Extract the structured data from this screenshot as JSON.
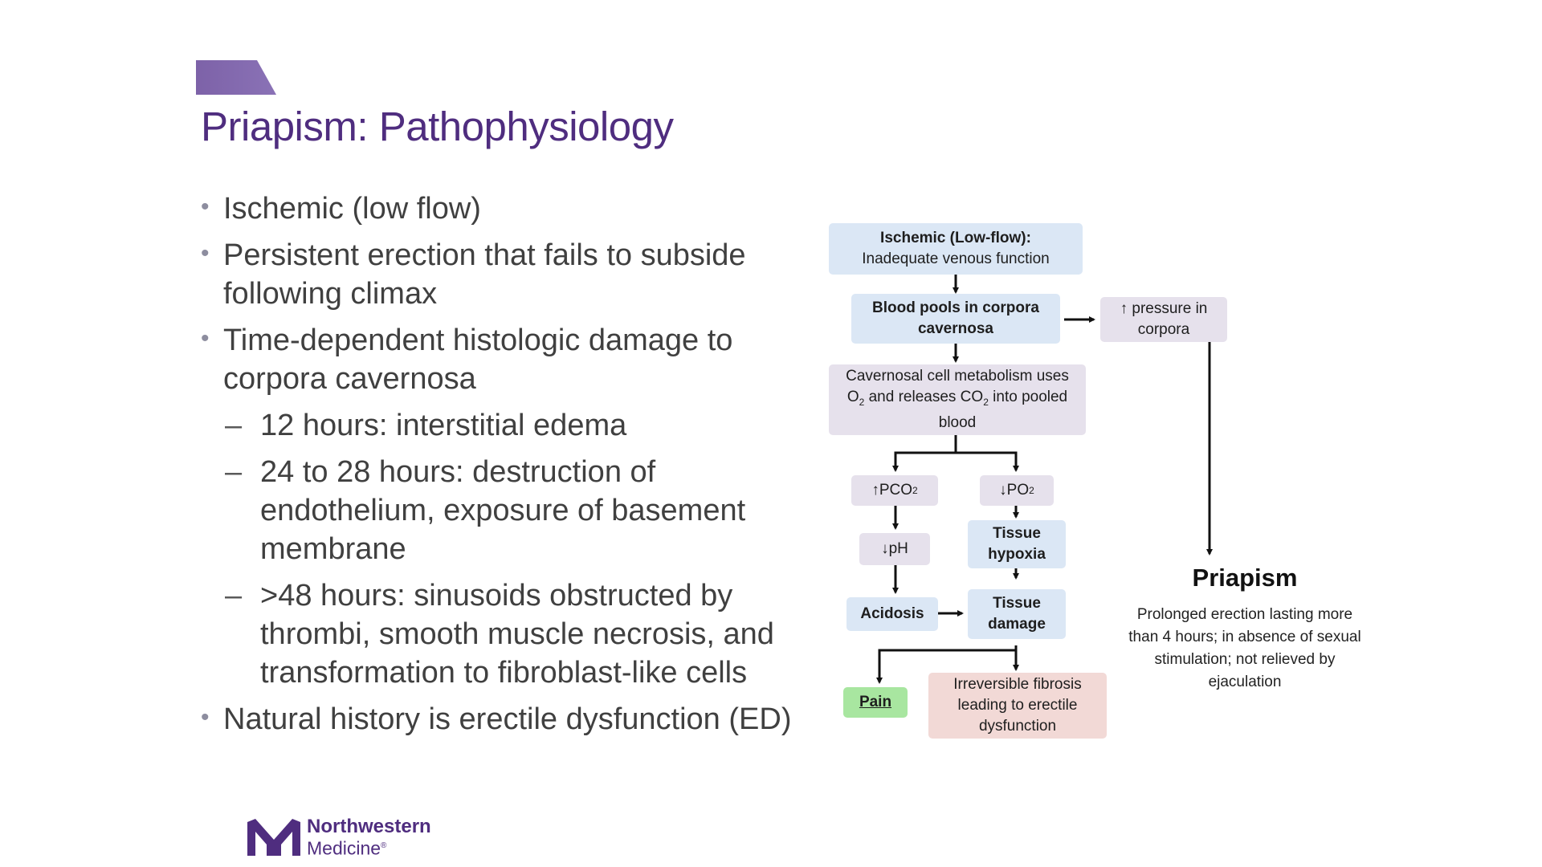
{
  "slide": {
    "title": "Priapism: Pathophysiology",
    "bullets": {
      "b1": "Ischemic (low flow)",
      "b2": "Persistent erection that fails to subside following climax",
      "b3": "Time-dependent histologic damage to corpora cavernosa",
      "s1": "12 hours: interstitial edema",
      "s2": "24 to 28 hours: destruction of endothelium, exposure of basement membrane",
      "s3": ">48 hours: sinusoids obstructed by thrombi, smooth muscle necrosis, and transformation to fibroblast-like cells",
      "b4": "Natural history is erectile dysfunction (ED)"
    },
    "dash": "–"
  },
  "diagram": {
    "ischemic_title": "Ischemic (Low-flow):",
    "ischemic_sub": "Inadequate venous function",
    "blood_pools": "Blood pools in corpora cavernosa",
    "pressure": "↑ pressure in corpora",
    "metabolism_a": "Cavernosal cell metabolism uses O",
    "metabolism_b": " and releases CO",
    "metabolism_c": " into pooled blood",
    "sub2": "2",
    "pco2": "↑PCO",
    "po2": "↓PO",
    "ph": "↓pH",
    "tissue_hypoxia": "Tissue hypoxia",
    "acidosis": "Acidosis",
    "tissue_damage": "Tissue damage",
    "pain": "Pain",
    "fibrosis": "Irreversible fibrosis leading to erectile dysfunction",
    "priapism_title": "Priapism",
    "priapism_desc": "Prolonged erection lasting more than 4 hours; in absence of sexual stimulation; not relieved by ejaculation"
  },
  "logo": {
    "line1": "Northwestern",
    "line2": "Medicine",
    "mark": "®"
  },
  "colors": {
    "brand_purple": "#4f2d7f",
    "box_blue": "#dbe7f5",
    "box_lavender": "#e6e1ec",
    "box_green": "#a8e6a0",
    "box_pink": "#f2d9d6"
  }
}
